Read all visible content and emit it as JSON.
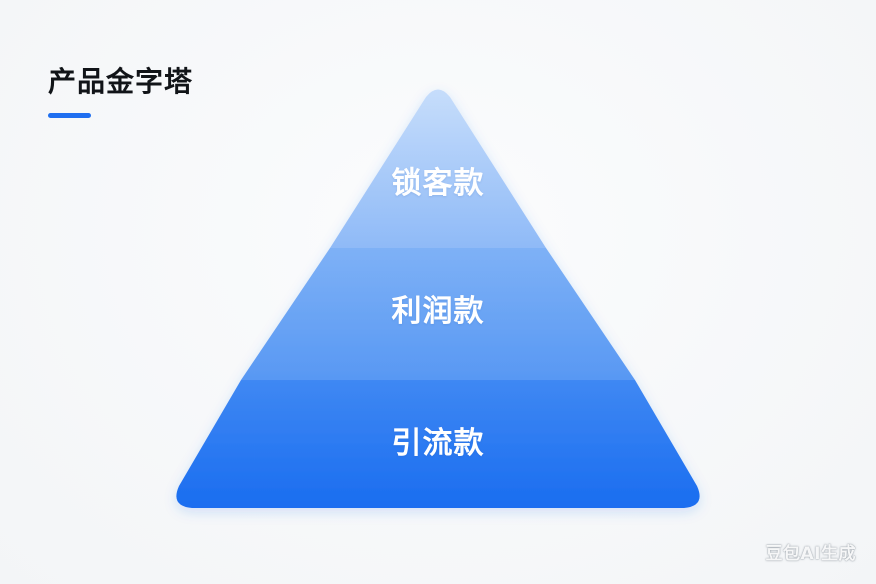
{
  "title": "产品金字塔",
  "colors": {
    "accent": "#1f6ff0",
    "tier_top": "#a9ccfa",
    "tier_mid": "#6aa6f5",
    "tier_bottom": "#2e7cf2"
  },
  "pyramid": {
    "tiers": [
      {
        "label": "锁客款"
      },
      {
        "label": "利润款"
      },
      {
        "label": "引流款"
      }
    ]
  },
  "watermark": "豆包AI生成"
}
